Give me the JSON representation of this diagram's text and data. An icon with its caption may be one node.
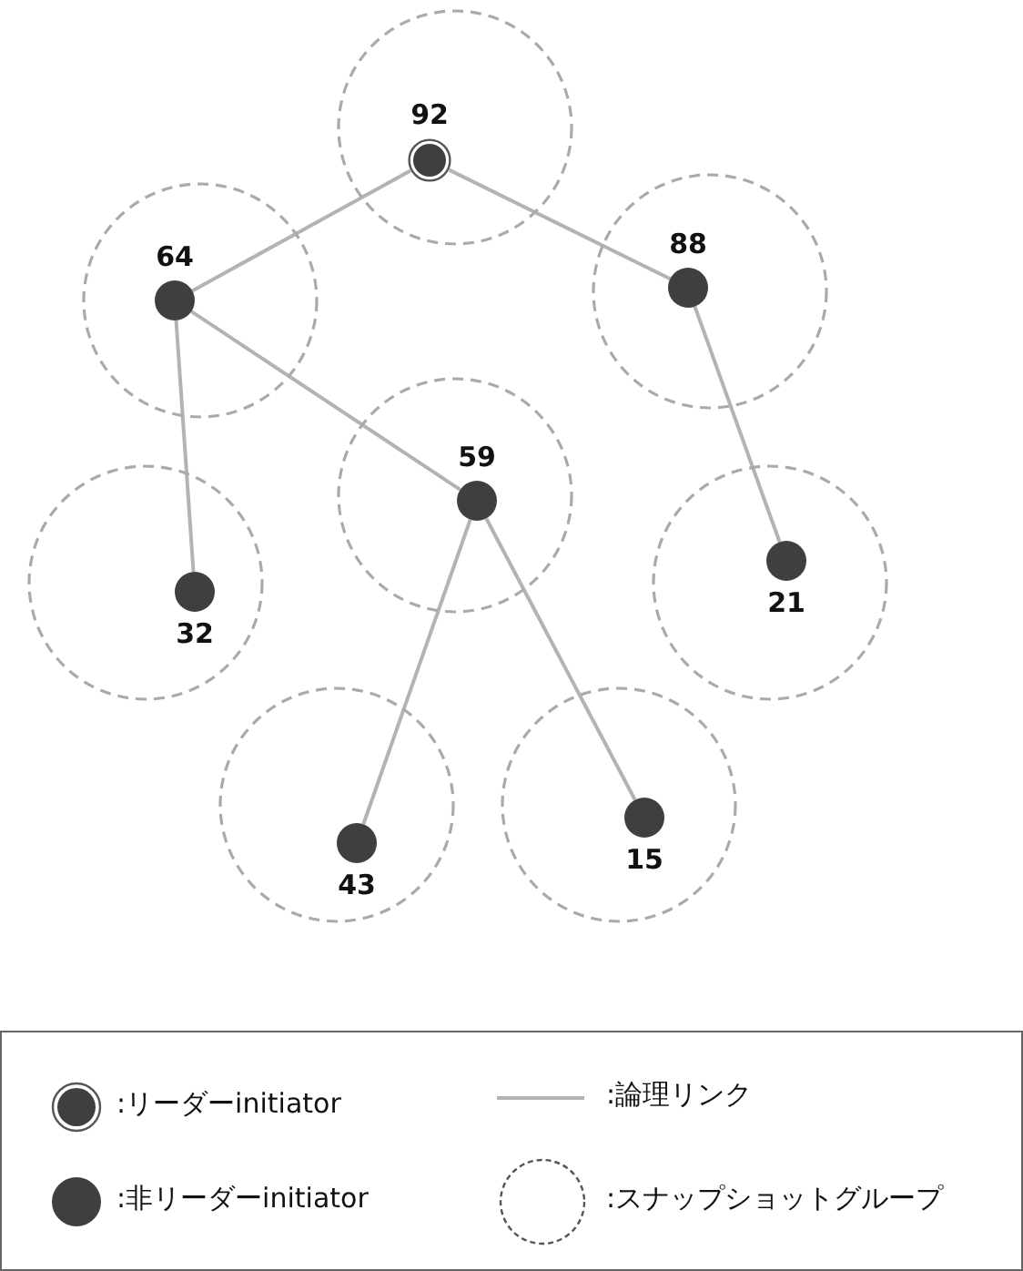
{
  "diagram": {
    "nodes": [
      {
        "text": [],
        "shape": "circle"
      },
      {
        "text": [],
        "shape": "circle"
      },
      {
        "text": [],
        "shape": "circle"
      },
      {
        "text": [],
        "shape": "circle"
      },
      {
        "text": [],
        "shape": "circle"
      },
      {
        "text": [],
        "shape": "circle"
      },
      {
        "text": [],
        "shape": "circle"
      },
      {
        "text": [],
        "shape": "circle"
      },
      {
        "text": [],
        "shape": "circle",
        "in": 0,
        "beside": [
          "92"
        ]
      },
      {
        "text": [],
        "shape": "circle",
        "in": 1,
        "beside": [
          "64"
        ]
      },
      {
        "text": [],
        "shape": "circle",
        "in": 2,
        "beside": [
          "88"
        ]
      },
      {
        "text": [],
        "shape": "circle",
        "in": 3,
        "beside": [
          "59"
        ]
      },
      {
        "text": [],
        "shape": "circle",
        "in": 4,
        "beside": [
          "32"
        ]
      },
      {
        "text": [],
        "shape": "circle",
        "in": 5,
        "beside": [
          "21"
        ]
      },
      {
        "text": [],
        "shape": "circle",
        "in": 6,
        "beside": [
          "43"
        ]
      },
      {
        "text": [],
        "shape": "circle",
        "in": 7,
        "beside": [
          "15"
        ]
      }
    ],
    "edges": [
      {
        "from": 8,
        "to": 9,
        "arrow": "none"
      },
      {
        "from": 8,
        "to": 10,
        "arrow": "none"
      },
      {
        "from": 9,
        "to": 12,
        "arrow": "none"
      },
      {
        "from": 9,
        "to": 11,
        "arrow": "none"
      },
      {
        "from": 10,
        "to": 13,
        "arrow": "none"
      },
      {
        "from": 11,
        "to": 14,
        "arrow": "none"
      },
      {
        "from": 11,
        "to": 15,
        "arrow": "none"
      }
    ],
    "legend": [
      {
        "text": ":リーダーinitiator"
      },
      {
        "text": ":論理リンク"
      },
      {
        "text": ":非リーダーinitiator"
      },
      {
        "text": ":スナップショットグループ"
      }
    ]
  }
}
